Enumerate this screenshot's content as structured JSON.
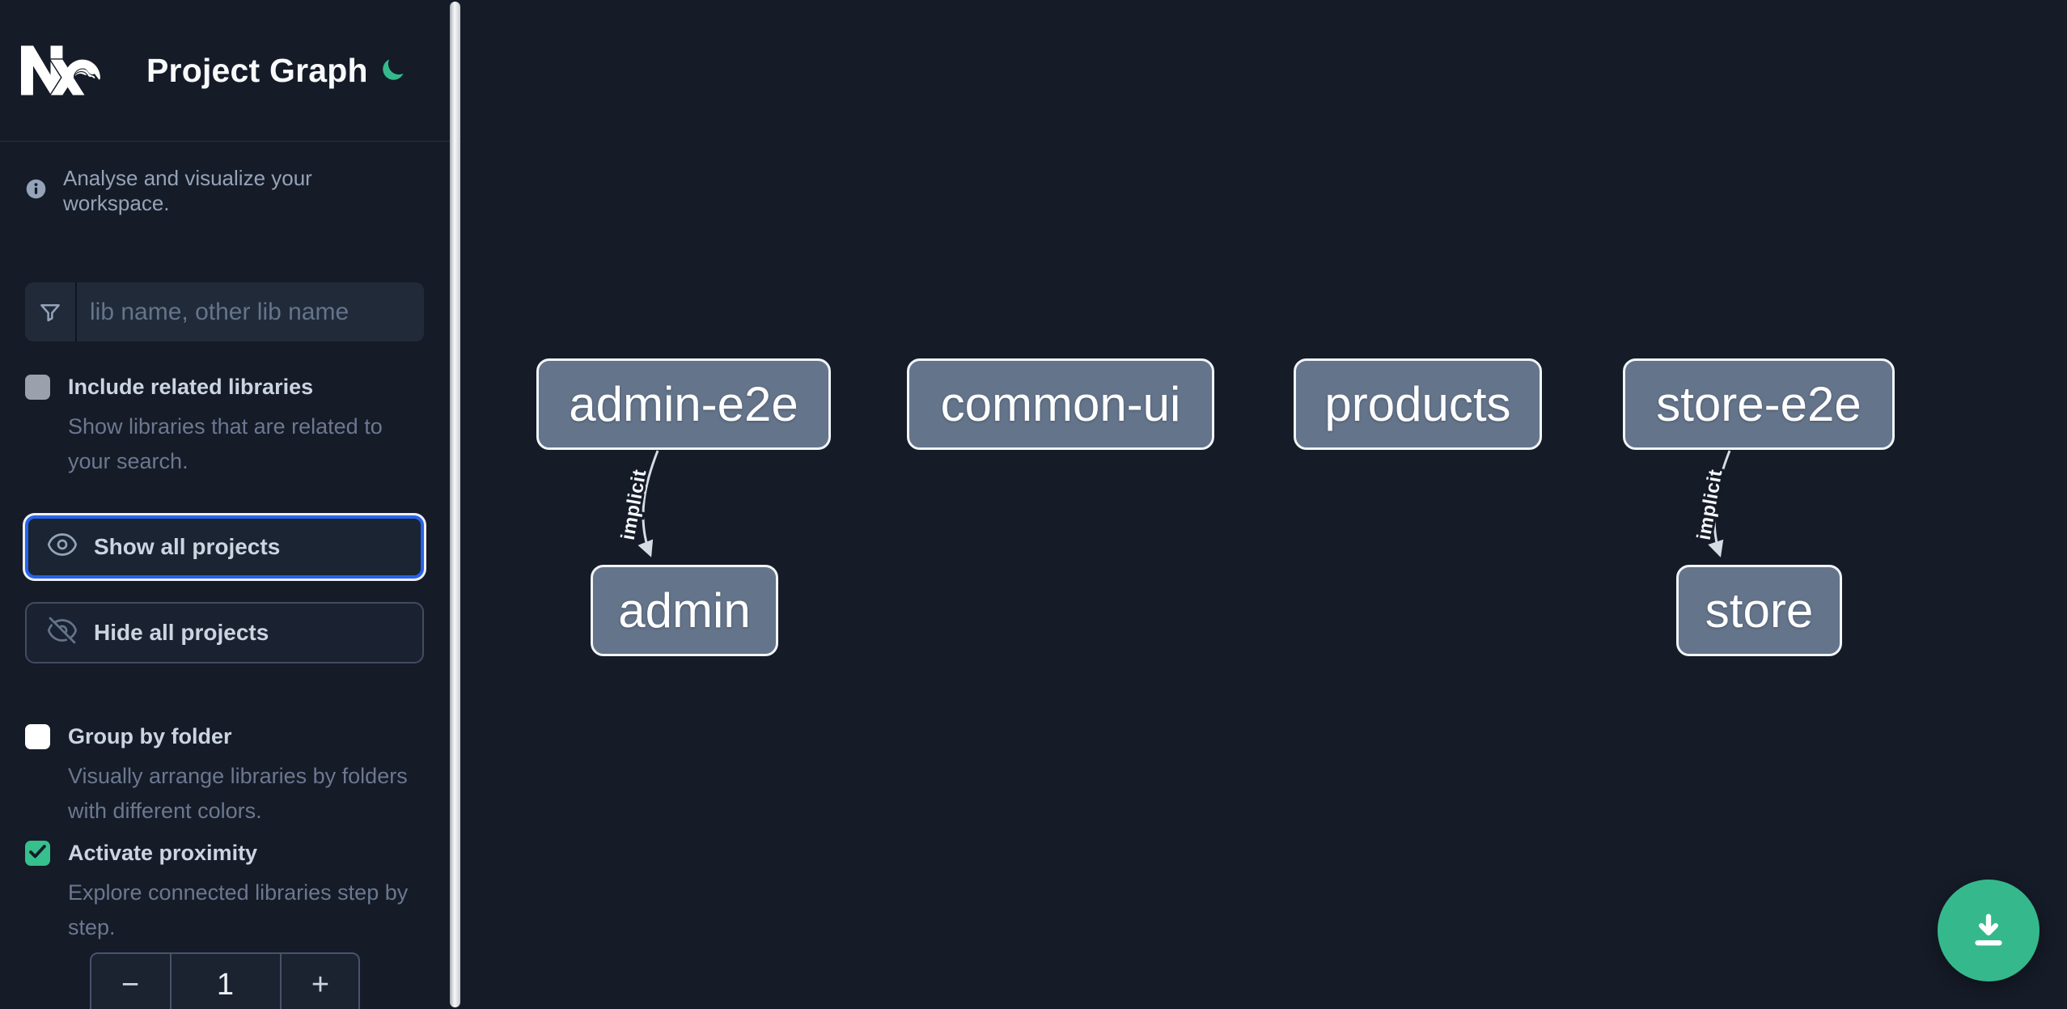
{
  "app": {
    "title": "Project Graph"
  },
  "sidebar": {
    "tagline": "Analyse and visualize your workspace.",
    "search": {
      "placeholder": "lib name, other lib name",
      "icon": "funnel-icon"
    },
    "include_related": {
      "label": "Include related libraries",
      "description": "Show libraries that are related to your search.",
      "checked": false
    },
    "show_all": {
      "label": "Show all projects",
      "icon": "eye-icon",
      "focused": true
    },
    "hide_all": {
      "label": "Hide all projects",
      "icon": "eye-off-icon"
    },
    "group_by_folder": {
      "label": "Group by folder",
      "description": "Visually arrange libraries by folders with different colors.",
      "checked": false
    },
    "activate_proximity": {
      "label": "Activate proximity",
      "description": "Explore connected libraries step by step.",
      "checked": true
    },
    "proximity_stepper": {
      "decrement": "−",
      "value": "1",
      "increment": "+"
    }
  },
  "graph": {
    "nodes": [
      {
        "id": "admin-e2e",
        "label": "admin-e2e"
      },
      {
        "id": "common-ui",
        "label": "common-ui"
      },
      {
        "id": "products",
        "label": "products"
      },
      {
        "id": "store-e2e",
        "label": "store-e2e"
      },
      {
        "id": "admin",
        "label": "admin"
      },
      {
        "id": "store",
        "label": "store"
      }
    ],
    "edges": [
      {
        "source": "admin-e2e",
        "target": "admin",
        "label": "implicit"
      },
      {
        "source": "store-e2e",
        "target": "store",
        "label": "implicit"
      }
    ]
  },
  "icons": {
    "logo": "nx-logo",
    "theme": "moon-icon",
    "info": "info-circle-icon",
    "download": "download-icon"
  },
  "colors": {
    "background": "#151b27",
    "accent_green": "#35b98c",
    "checkbox_green": "#35c08e",
    "focus_blue": "#2563eb",
    "node_fill": "#64748b",
    "node_border": "#f1f5f9",
    "edge": "#d6dce4"
  }
}
